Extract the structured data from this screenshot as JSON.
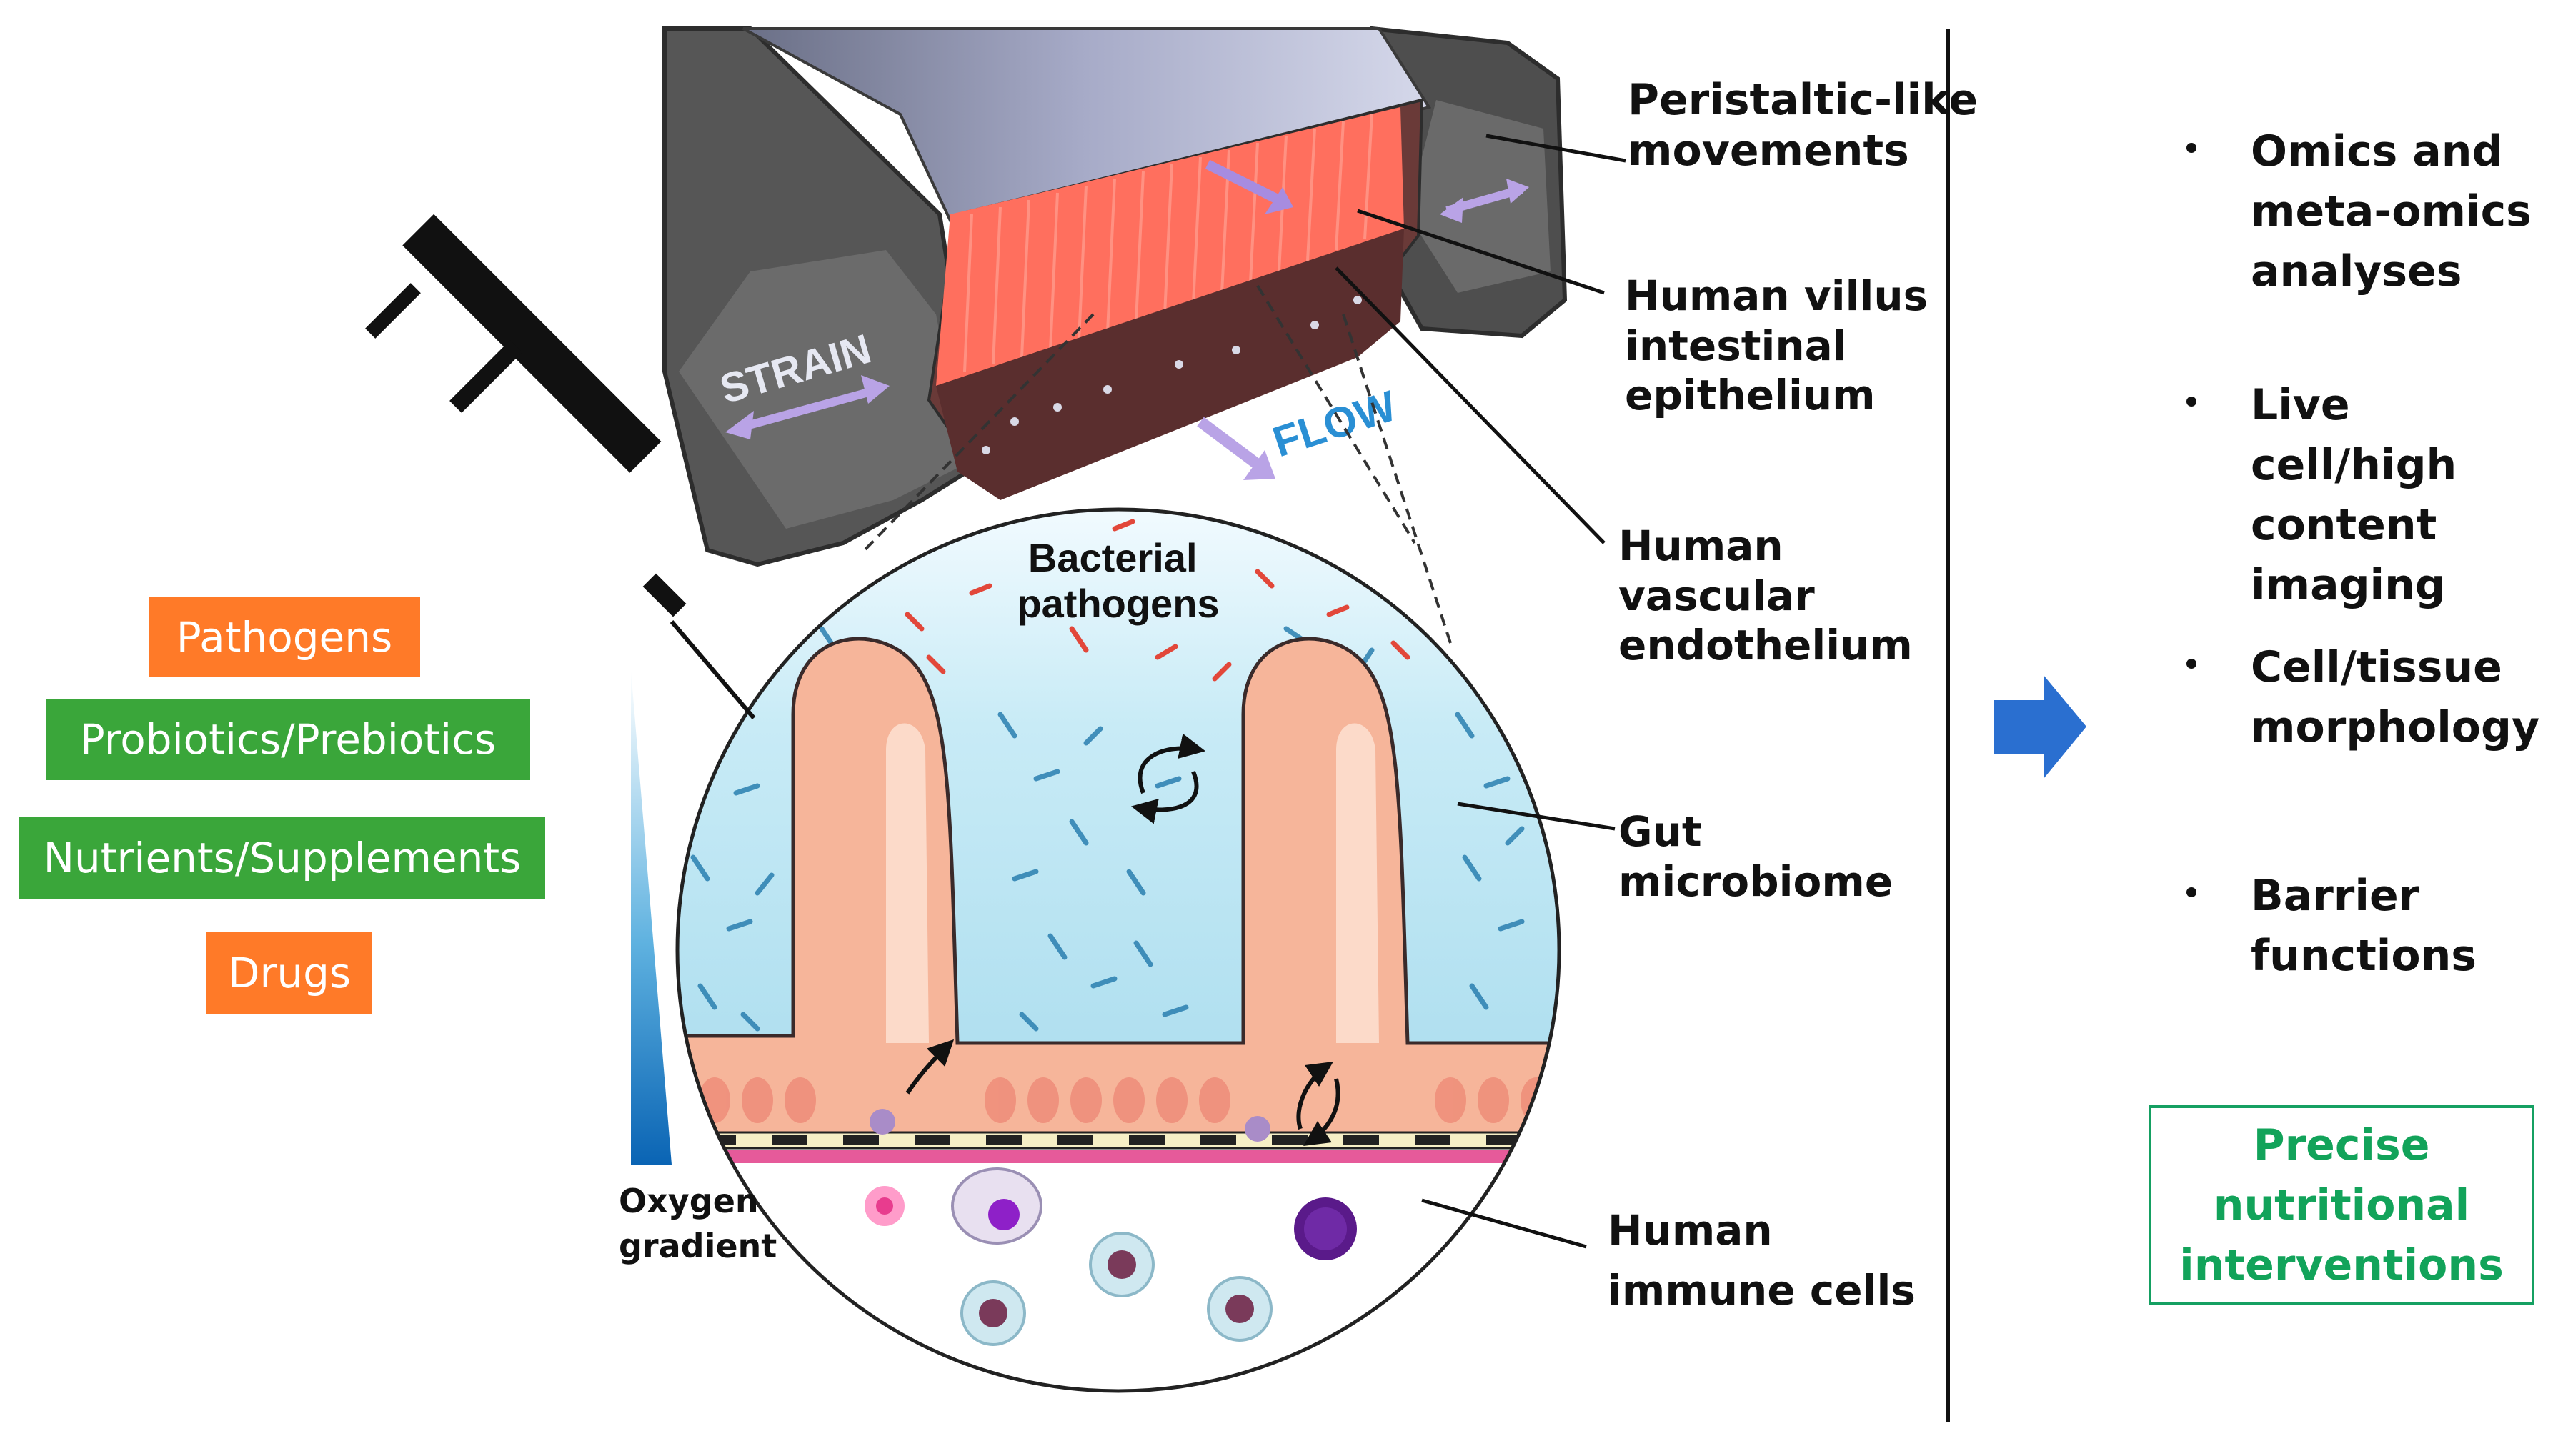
{
  "inputs": {
    "pathogens": "Pathogens",
    "probiotics": "Probiotics/Prebiotics",
    "nutrients": "Nutrients/Supplements",
    "drugs": "Drugs"
  },
  "device": {
    "strain_label": "STRAIN",
    "flow_label": "FLOW",
    "bacterial_pathogens": [
      "Bacterial",
      "pathogens"
    ],
    "oxygen_gradient": [
      "Oxygen",
      "gradient"
    ]
  },
  "callouts": {
    "peristaltic": [
      "Peristaltic-like",
      "movements"
    ],
    "villus": [
      "Human villus",
      "intestinal",
      "epithelium"
    ],
    "vascular": [
      "Human",
      "vascular",
      "endothelium"
    ],
    "microbiome": [
      "Gut",
      "microbiome"
    ],
    "immune": [
      "Human",
      "immune cells"
    ]
  },
  "analyses": [
    [
      "Omics and",
      "meta-omics",
      "analyses"
    ],
    [
      "Live cell/high",
      "content",
      "imaging"
    ],
    [
      "Cell/tissue",
      "morphology"
    ],
    [
      "Barrier",
      "functions"
    ]
  ],
  "outcome": [
    "Precise",
    "nutritional",
    "interventions"
  ],
  "colors": {
    "orange_tag": "#ff7a28",
    "green_tag": "#3aa63a",
    "outcome_green": "#12a35a",
    "arrow_blue": "#2a6fd0",
    "flow_blue": "#2a8fd4",
    "lumen": "#bfe6f2",
    "tissue": "#f6b59a",
    "villus_red": "#ff6f5e"
  },
  "icons": [
    "syringe-icon",
    "right-arrow-icon"
  ]
}
